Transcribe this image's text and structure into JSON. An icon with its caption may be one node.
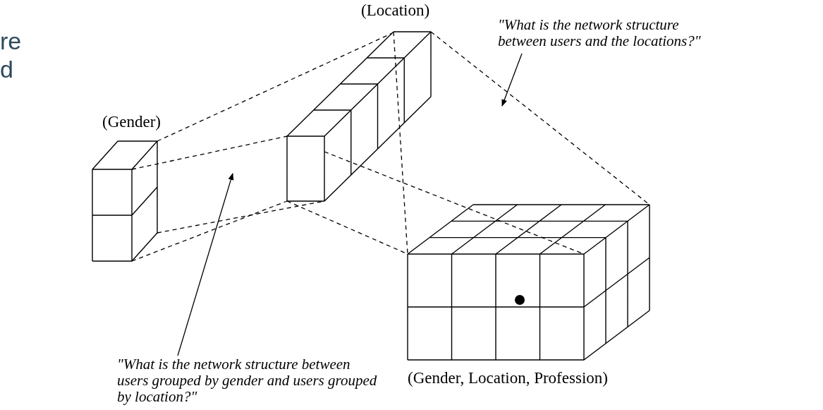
{
  "diagram": {
    "nodes": [
      {
        "text": [
          "(Gender)"
        ]
      },
      {
        "text": [
          "(Location)"
        ]
      },
      {
        "text": [
          "(Gender, Location, Profession)"
        ]
      },
      {
        "text": [
          "\"What is the network structure between users and the locations?\""
        ]
      },
      {
        "text": [
          "\"What is the network structure between users grouped by gender and users grouped by location?\""
        ]
      }
    ],
    "edges": [
      {
        "from": 0,
        "to": 1,
        "arrow": "none",
        "style": "dashed"
      },
      {
        "from": 0,
        "to": 1,
        "arrow": "none",
        "style": "dashed"
      },
      {
        "from": 0,
        "to": 1,
        "arrow": "none",
        "style": "dashed"
      },
      {
        "from": 0,
        "to": 1,
        "arrow": "none",
        "style": "dashed"
      },
      {
        "from": 1,
        "to": 2,
        "arrow": "none",
        "style": "dashed"
      },
      {
        "from": 1,
        "to": 2,
        "arrow": "none",
        "style": "dashed"
      },
      {
        "from": 1,
        "to": 2,
        "arrow": "none",
        "style": "dashed"
      },
      {
        "from": 1,
        "to": 2,
        "arrow": "none",
        "style": "dashed"
      },
      {
        "from": 3,
        "to": null,
        "arrow": "to"
      },
      {
        "from": 4,
        "to": null,
        "arrow": "to"
      }
    ],
    "labels": [
      "re",
      "d"
    ]
  }
}
